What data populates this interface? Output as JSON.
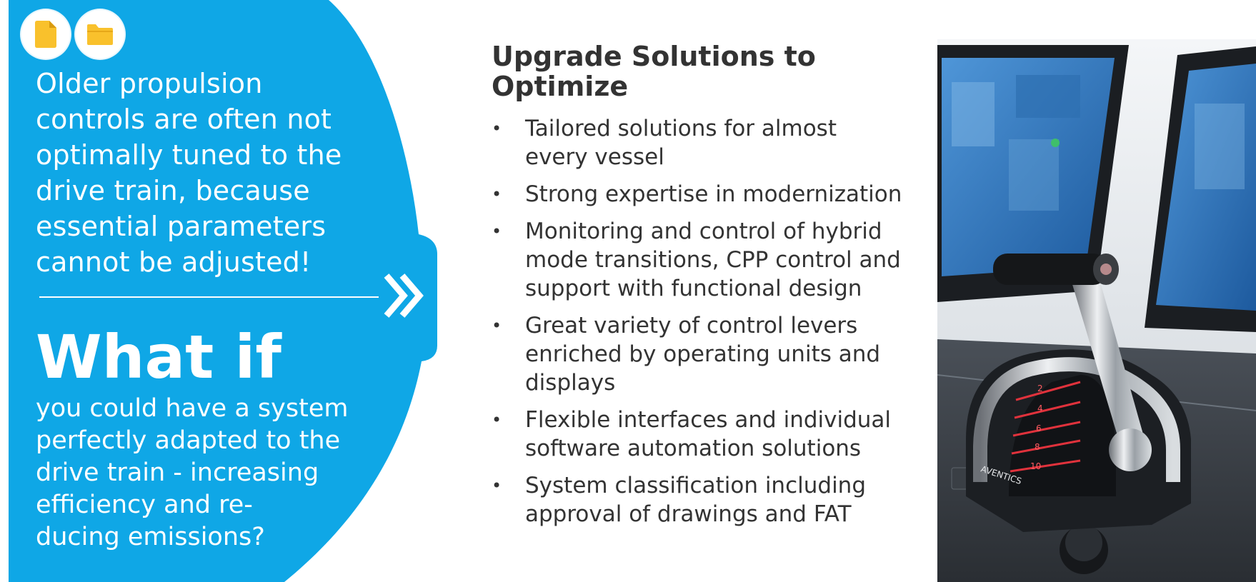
{
  "colors": {
    "brand_blue": "#0fa7e6",
    "text_dark": "#333333",
    "icon_yellow": "#f9c12c"
  },
  "icons": {
    "doc": "document-icon",
    "folder": "folder-icon",
    "forward": "double-chevron-right-icon"
  },
  "teaser": {
    "problem_lines": [
      "Older propulsion",
      "controls are often not",
      "optimally tuned to the",
      "drive train, because",
      "essential parameters",
      "cannot be adjusted!"
    ],
    "what_if": "What if",
    "answer_lines": [
      "you could have a system",
      "perfectly adapted to the",
      "drive train - increasing",
      "efficiency and re-",
      "ducing emissions?"
    ]
  },
  "solutions": {
    "heading_lines": [
      "Upgrade Solutions to",
      "Optimize"
    ],
    "bullet": "•",
    "items": [
      {
        "lines": [
          "Tailored solutions for almost",
          "every vessel"
        ]
      },
      {
        "lines": [
          "Strong expertise in modernization"
        ]
      },
      {
        "lines": [
          "Monitoring and control of hybrid",
          "mode transitions, CPP control and",
          "support with functional design"
        ]
      },
      {
        "lines": [
          "Great variety of control levers",
          "enriched by operating units and",
          "displays"
        ]
      },
      {
        "lines": [
          "Flexible interfaces and individual",
          "software automation solutions"
        ]
      },
      {
        "lines": [
          "System classification including",
          "approval of drawings and FAT"
        ]
      }
    ]
  },
  "photo": {
    "lever_brand": "AVENTICS",
    "scale_marks": [
      "2",
      "4",
      "6",
      "8",
      "10"
    ]
  }
}
